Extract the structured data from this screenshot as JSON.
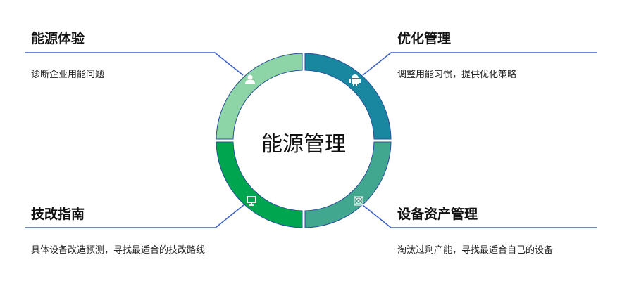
{
  "center_label": "能源管理",
  "sections": [
    {
      "title": "能源体验",
      "desc": "诊断企业用能问题",
      "icon": "user-icon",
      "color": "#8dd4a6"
    },
    {
      "title": "优化管理",
      "desc": "调整用能习惯，提供优化策略",
      "icon": "android-icon",
      "color": "#18879f"
    },
    {
      "title": "技改指南",
      "desc": "具体设备改造预测，寻找最适合的技改路线",
      "icon": "monitor-icon",
      "color": "#00a54f"
    },
    {
      "title": "设备资产管理",
      "desc": "淘汰过剩产能，寻找最适合自己的设备",
      "icon": "settings-icon",
      "color": "#42a78f"
    }
  ],
  "line_color": "#3a5fc8"
}
